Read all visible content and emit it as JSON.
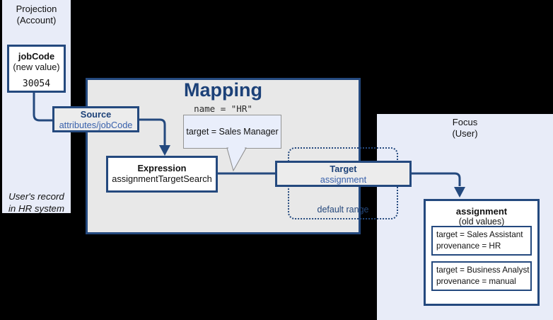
{
  "colors": {
    "background": "#000000",
    "navy": "#24497e",
    "navy_text": "#1c4178",
    "blue_text": "#3a62ac",
    "panel_bg": "#e8ecf8",
    "mapping_bg": "#e8e8e8",
    "node_bg": "#ececec",
    "bubble_bg": "#e9eefb",
    "bubble_border": "#949494"
  },
  "projection": {
    "title1": "Projection",
    "title2": "(Account)",
    "jobcode": {
      "title": "jobCode",
      "subtitle": "(new value)",
      "value": "30054"
    },
    "footer1": "User's record",
    "footer2": "in HR system"
  },
  "mapping": {
    "title": "Mapping",
    "name_expression": "name = \"HR\"",
    "bubble_text": "target = Sales Manager",
    "source": {
      "title": "Source",
      "path": "attributes/jobCode"
    },
    "expression": {
      "title": "Expression",
      "value": "assignmentTargetSearch"
    },
    "target": {
      "title": "Target",
      "path": "assignment"
    },
    "range_label": "default range"
  },
  "focus": {
    "title1": "Focus",
    "title2": "(User)",
    "assignment": {
      "title": "assignment",
      "subtitle": "(old values)",
      "values": [
        {
          "line1": "target = Sales Assistant",
          "line2": "provenance = HR"
        },
        {
          "line1": "target = Business Analyst",
          "line2": "provenance = manual"
        }
      ]
    }
  }
}
